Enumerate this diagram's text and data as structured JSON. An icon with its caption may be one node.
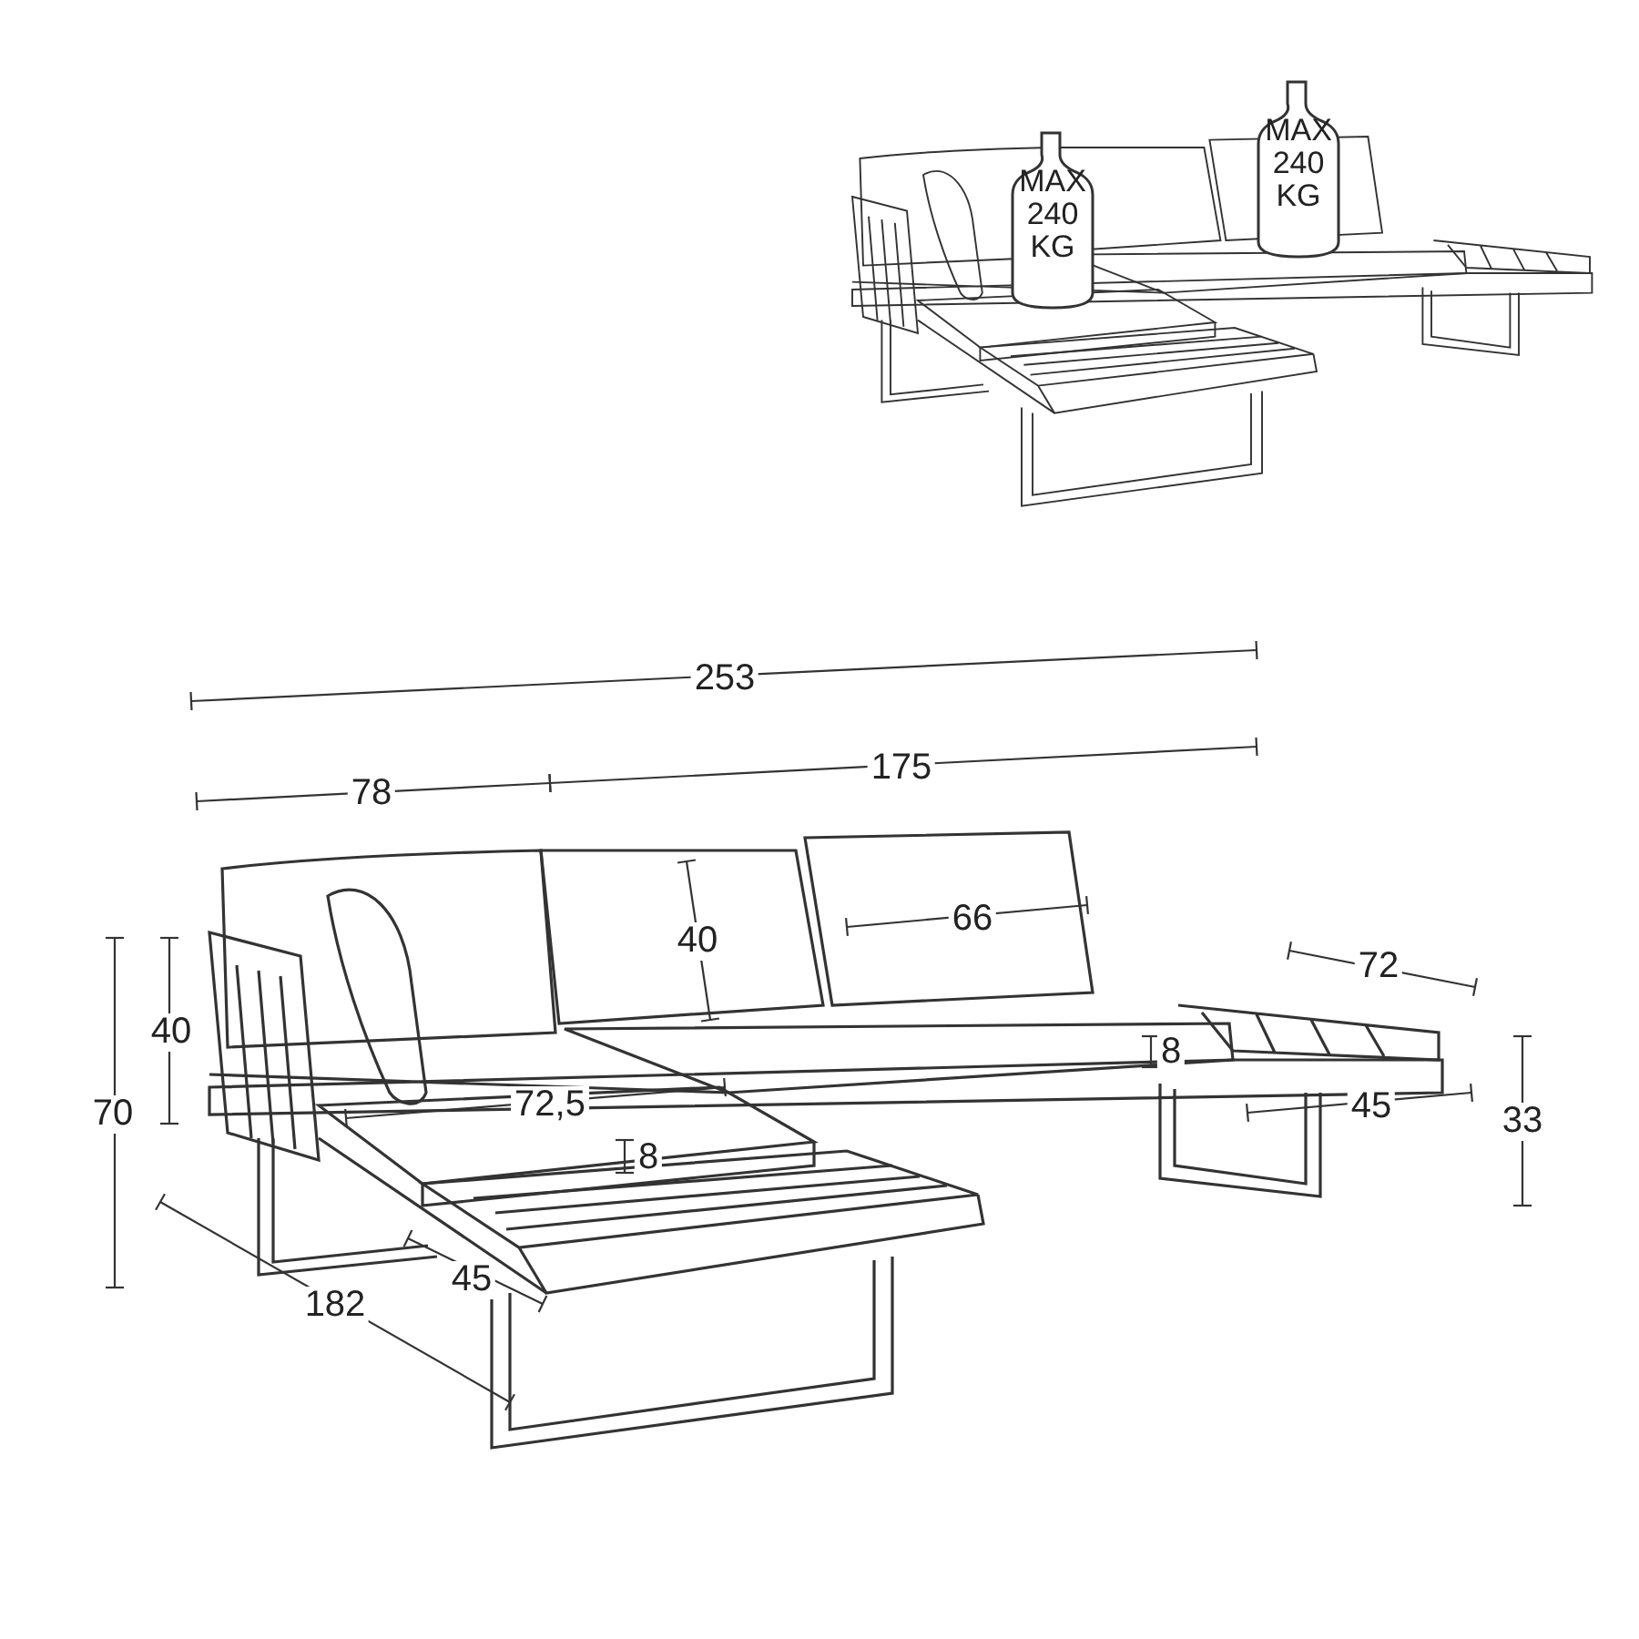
{
  "diagram": {
    "labels": [
      "MAX 240 KG",
      "MAX 240 KG",
      "253",
      "78",
      "175",
      "40",
      "66",
      "72",
      "40",
      "70",
      "8",
      "72,5",
      "8",
      "45",
      "33",
      "182",
      "45"
    ]
  }
}
